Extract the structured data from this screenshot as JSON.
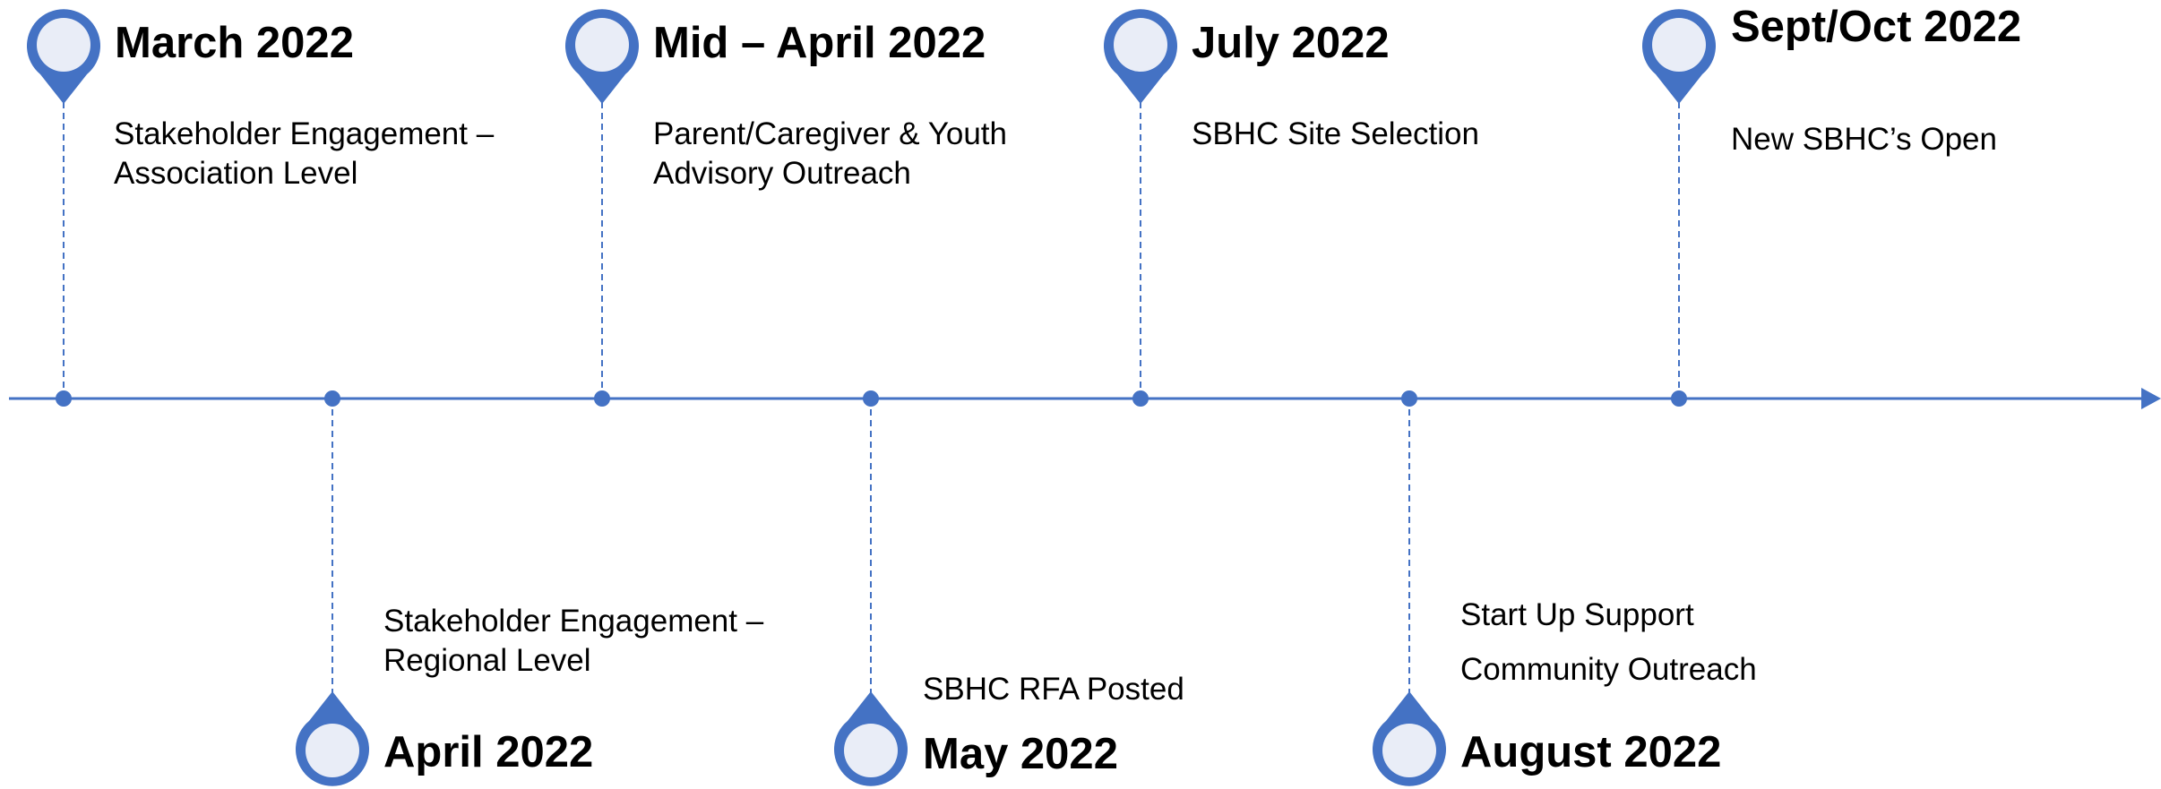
{
  "colors": {
    "accent": "#4472C4",
    "pin_fill": "#E9EDF7",
    "text": "#000000"
  },
  "milestones": [
    {
      "id": "march-2022",
      "date": "March 2022",
      "lines": [
        "Stakeholder Engagement –",
        "Association Level"
      ],
      "side": "top"
    },
    {
      "id": "april-2022",
      "date": "April 2022",
      "lines": [
        "Stakeholder Engagement –",
        "Regional Level"
      ],
      "side": "bottom"
    },
    {
      "id": "mid-april-2022",
      "date": "Mid – April 2022",
      "lines": [
        "Parent/Caregiver & Youth",
        "Advisory Outreach"
      ],
      "side": "top"
    },
    {
      "id": "may-2022",
      "date": "May 2022",
      "lines": [
        "SBHC RFA Posted"
      ],
      "side": "bottom"
    },
    {
      "id": "july-2022",
      "date": "July 2022",
      "lines": [
        "SBHC Site Selection"
      ],
      "side": "top"
    },
    {
      "id": "august-2022",
      "date": "August 2022",
      "lines": [
        "Start Up Support",
        "Community Outreach"
      ],
      "side": "bottom"
    },
    {
      "id": "sept-oct-2022",
      "date": "Sept/Oct 2022",
      "lines": [
        "New SBHC’s Open"
      ],
      "side": "top"
    }
  ]
}
